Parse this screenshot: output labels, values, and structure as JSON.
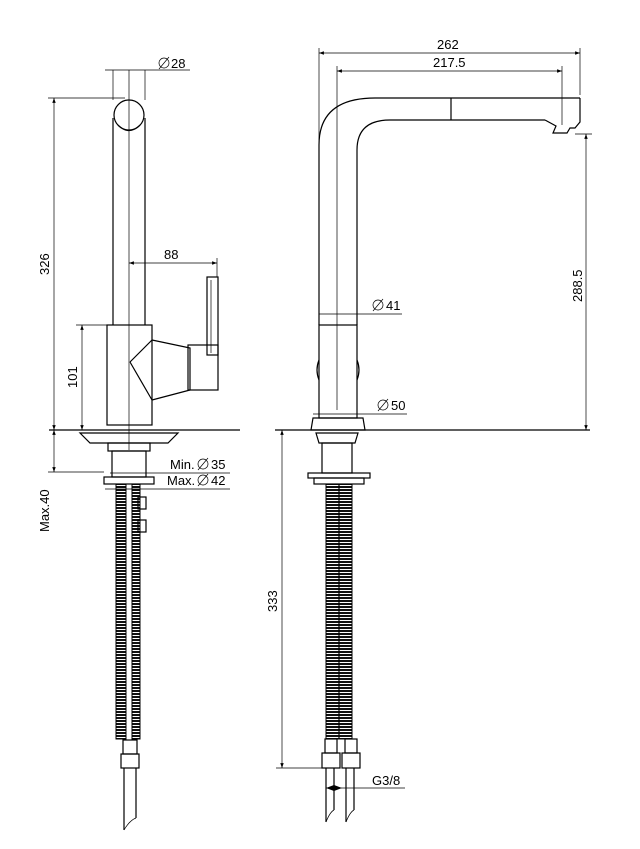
{
  "drawing": {
    "front_view": {
      "dims": {
        "spout_diameter": "28",
        "lever_reach": "88",
        "total_height": "326",
        "body_height": "101",
        "hole_min": "Min.",
        "hole_min_value": "35",
        "hole_max": "Max.",
        "hole_max_value": "42",
        "max_deck": "Max.40"
      }
    },
    "side_view": {
      "dims": {
        "overall_length": "262",
        "spout_reach": "217.5",
        "spout_height": "288.5",
        "column_diameter": "41",
        "base_diameter": "50",
        "hose_length": "333",
        "connection": "G3/8"
      }
    }
  }
}
